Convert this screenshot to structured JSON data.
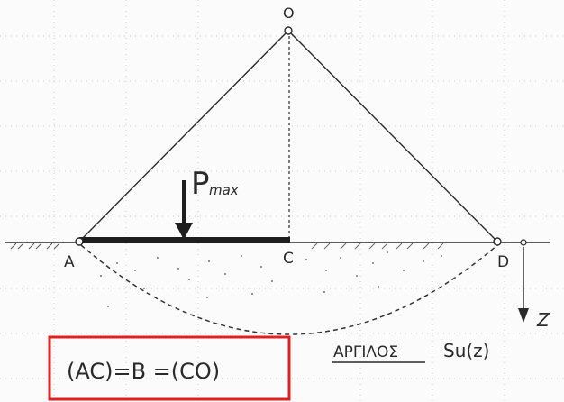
{
  "points": {
    "o": "O",
    "a": "A",
    "c": "C",
    "d": "D"
  },
  "load": {
    "label_main": "P",
    "label_sub": "max"
  },
  "depth_axis": {
    "label": "Z"
  },
  "soil": {
    "label": "ΑΡΓΙΛΟΣ",
    "strength": "Su(z)"
  },
  "equation": {
    "text": "(AC)=B =(CO)"
  },
  "colors": {
    "ink": "#2a2a2a",
    "highlight_box": "#e02020"
  }
}
